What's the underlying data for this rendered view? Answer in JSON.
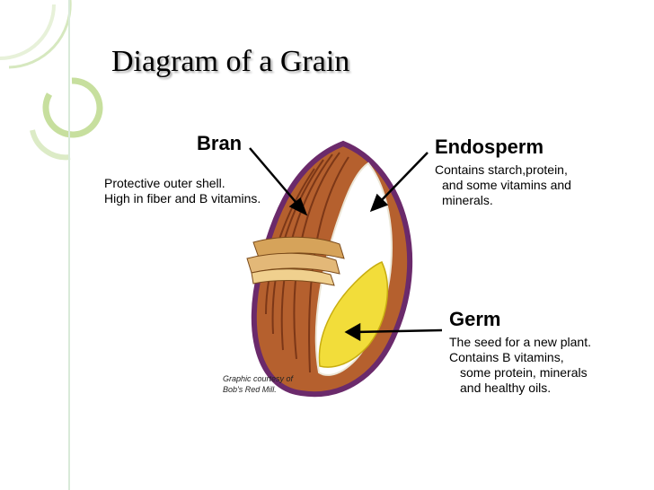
{
  "title": "Diagram of a Grain",
  "bran": {
    "heading": "Bran",
    "lines": [
      "Protective outer shell.",
      "High in fiber and B vitamins."
    ]
  },
  "endosperm": {
    "heading": "Endosperm",
    "lines": [
      "Contains starch,protein,",
      "and some vitamins and",
      "minerals."
    ]
  },
  "germ": {
    "heading": "Germ",
    "lines": [
      "The seed for a new plant.",
      "Contains B vitamins,",
      "some protein, minerals",
      "and healthy oils."
    ]
  },
  "credit": {
    "lines": [
      "Graphic courtesy of",
      "Bob's Red Mill."
    ]
  },
  "colors": {
    "bran": "#b5602e",
    "outline": "#6b2a6b",
    "endosperm": "#ffffff",
    "germ": "#f2dd3a",
    "accent_green": "#c7df9e"
  }
}
